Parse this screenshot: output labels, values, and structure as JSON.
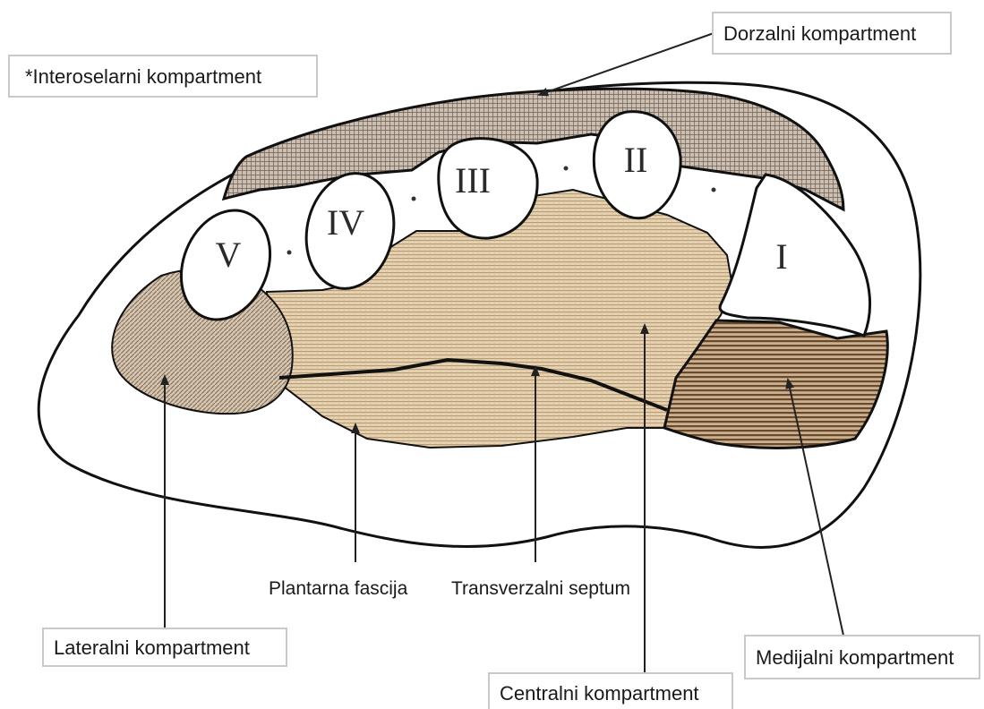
{
  "labels": {
    "dorsal": "Dorzalni kompartment",
    "interosseous": "*Interoselarni kompartment",
    "plantar_fascia": "Plantarna fascija",
    "transverse_septum": "Transverzalni septum",
    "lateral": "Lateralni kompartment",
    "medial": "Medijalni kompartment",
    "central": "Centralni kompartment"
  },
  "metatarsals": [
    "I",
    "II",
    "III",
    "IV",
    "V"
  ],
  "interosseous_marker": "*",
  "colors": {
    "dorsal_fill": "#8a7a6a",
    "central_fill": "#d9c2a0",
    "lateral_fill": "#b3a089",
    "medial_fill": "#7a5a3a",
    "outline": "#111111"
  }
}
